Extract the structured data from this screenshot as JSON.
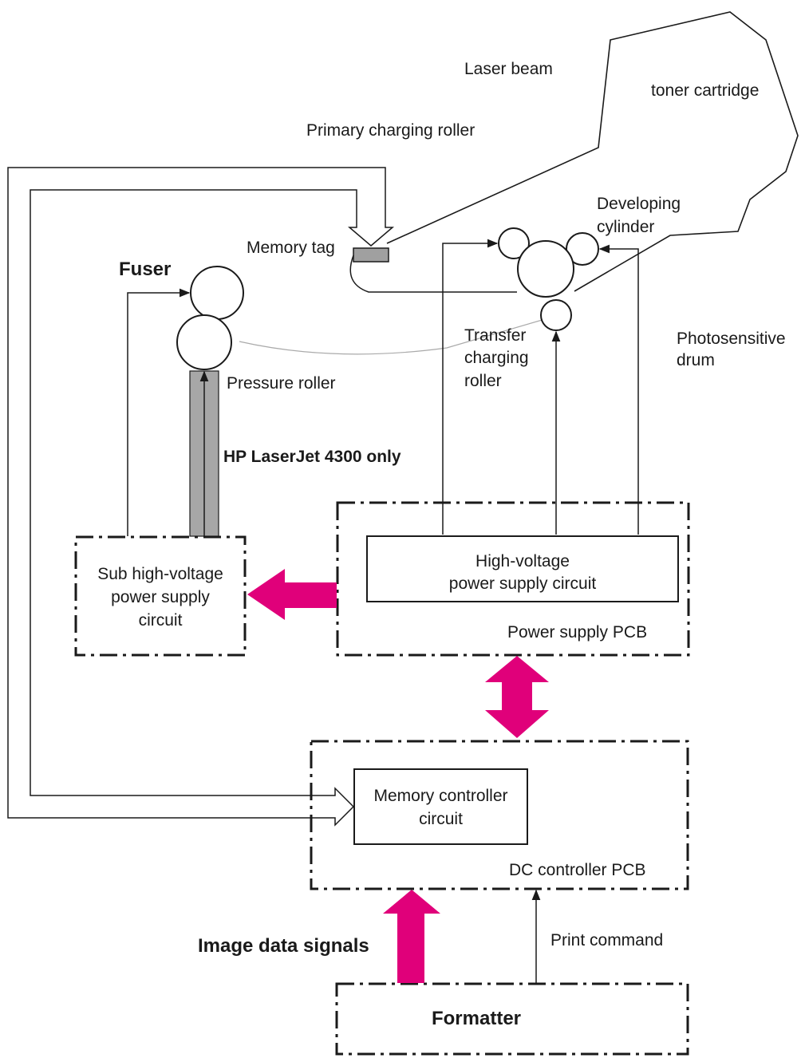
{
  "labels": {
    "laser_beam": "Laser beam",
    "toner_cartridge": "toner cartridge",
    "primary_charging_roller": "Primary charging roller",
    "developing_cylinder_1": "Developing",
    "developing_cylinder_2": "cylinder",
    "memory_tag": "Memory tag",
    "fuser": "Fuser",
    "transfer_1": "Transfer",
    "transfer_2": "charging",
    "transfer_3": "roller",
    "photosensitive_1": "Photosensitive",
    "photosensitive_2": "drum",
    "pressure_roller": "Pressure roller",
    "hp_only": "HP LaserJet 4300 only",
    "hv_circuit_1": "High-voltage",
    "hv_circuit_2": "power supply circuit",
    "sub_hv_1": "Sub high-voltage",
    "sub_hv_2": "power supply",
    "sub_hv_3": "circuit",
    "power_supply_pcb": "Power supply PCB",
    "memory_ctrl_1": "Memory controller",
    "memory_ctrl_2": "circuit",
    "dc_controller_pcb": "DC controller PCB",
    "image_data_signals": "Image data signals",
    "print_command": "Print command",
    "formatter": "Formatter"
  },
  "colors": {
    "accent": "#e0007a",
    "line": "#1a1a1a",
    "gray_bar": "#a7a7a7",
    "thin_line": "#aaaaaa"
  }
}
